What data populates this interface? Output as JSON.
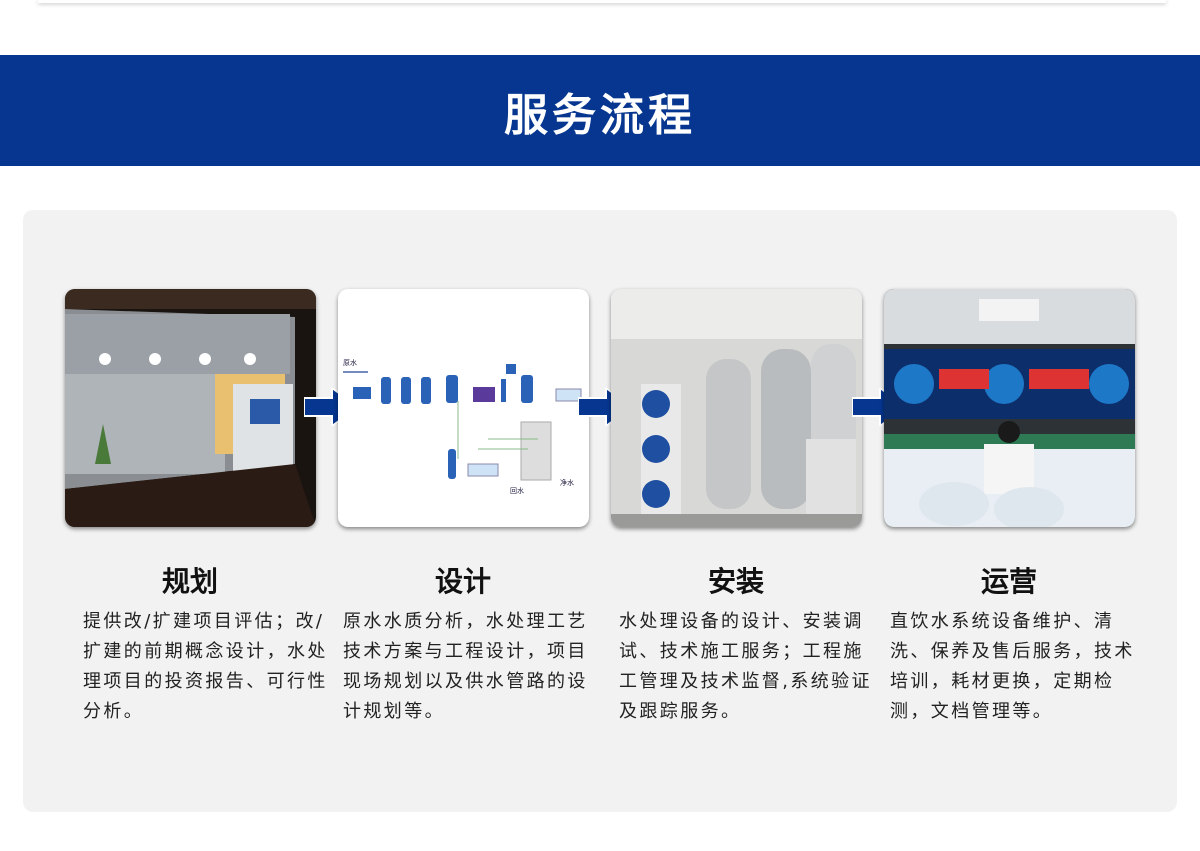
{
  "header": {
    "title": "服务流程"
  },
  "colors": {
    "brand": "#06368f",
    "panel": "#f2f2f2"
  },
  "steps": [
    {
      "title": "规划",
      "desc": "提供改/扩建项目评估；改/扩建的前期概念设计，水处理项目的投资报告、可行性分析。",
      "image": "showroom-photo"
    },
    {
      "title": "设计",
      "desc": "原水水质分析，水处理工艺技术方案与工程设计，项目现场规划以及供水管路的设计规划等。",
      "image": "process-diagram"
    },
    {
      "title": "安装",
      "desc": "水处理设备的设计、安装调试、技术施工服务；工程施工管理及技术监督,系统验证及跟踪服务。",
      "image": "equipment-photo"
    },
    {
      "title": "运营",
      "desc": "直饮水系统设备维护、清洗、保养及售后服务，技术培训，耗材更换，定期检测，文档管理等。",
      "image": "control-room-photo"
    }
  ],
  "diagram": {
    "raw": "原水",
    "clean": "净水",
    "return": "回水"
  }
}
